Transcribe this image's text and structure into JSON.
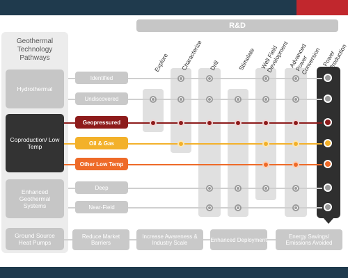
{
  "rd_label": "R&D",
  "panel_title": "Geothermal Technology Pathways",
  "categories": [
    "Hydrothermal",
    "Coproduction/ Low Temp",
    "Enhanced Geothermal Systems",
    "Ground Source Heat Pumps"
  ],
  "rows": [
    "Identified",
    "Undiscovered",
    "Geopressured",
    "Oil & Gas",
    "Other Low Temp",
    "Deep",
    "Near-Field"
  ],
  "columns": [
    "Explore",
    "Characterize",
    "Drill",
    "Stimulate",
    "Well Field Development",
    "Advanced Power Conversion",
    "Power Production"
  ],
  "gshp_stages": [
    "Reduce Market Barriers",
    "Increase Awareness & Industry Scale",
    "Enhanced Deployment",
    "Energy Savings/ Emissions Avoided"
  ],
  "colors": {
    "geopressured": "#8d1b1b",
    "oil_gas": "#f3b12a",
    "other_low_temp": "#ee6a28",
    "grey_line": "#cfcfcf",
    "dark_column": "#2f2f2f",
    "header_bar": "#1f3a4d",
    "accent": "#c1272d"
  }
}
